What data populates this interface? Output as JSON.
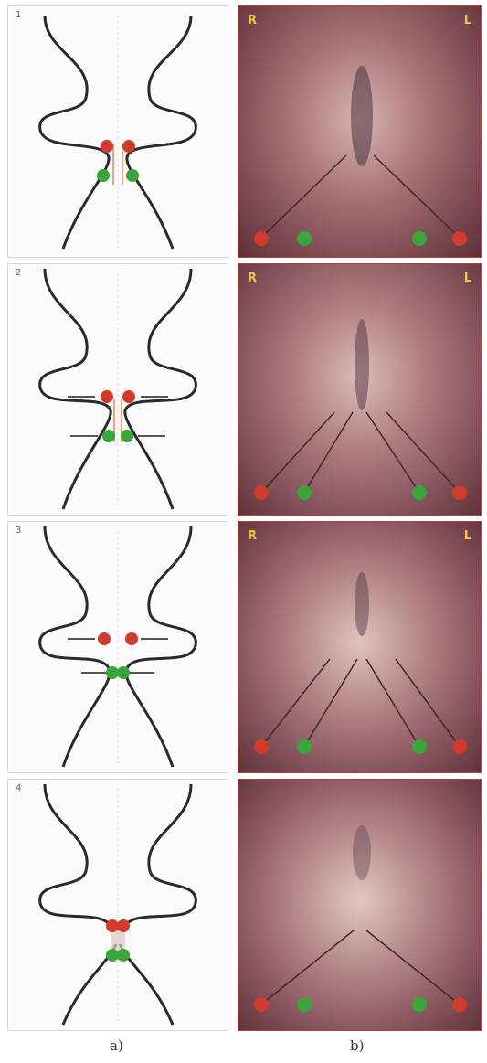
{
  "rows": [
    {
      "stage": "1",
      "caption_line1": "",
      "caption_line2": ""
    },
    {
      "stage": "2",
      "caption_line1": "",
      "caption_line2": ""
    },
    {
      "stage": "3",
      "caption_line1": "",
      "caption_line2": ""
    },
    {
      "stage": "4",
      "caption_line1": "",
      "caption_line2": ""
    }
  ],
  "orientation": {
    "left": "R",
    "right": "L"
  },
  "panel_labels": {
    "left": "a)",
    "right": "b)"
  },
  "colors": {
    "outline": "#2a2a2a",
    "red_marker": "#d23a2e",
    "green_marker": "#3aa53a",
    "arrow": "#3a2a2a",
    "photo_base": "#a66a70"
  }
}
